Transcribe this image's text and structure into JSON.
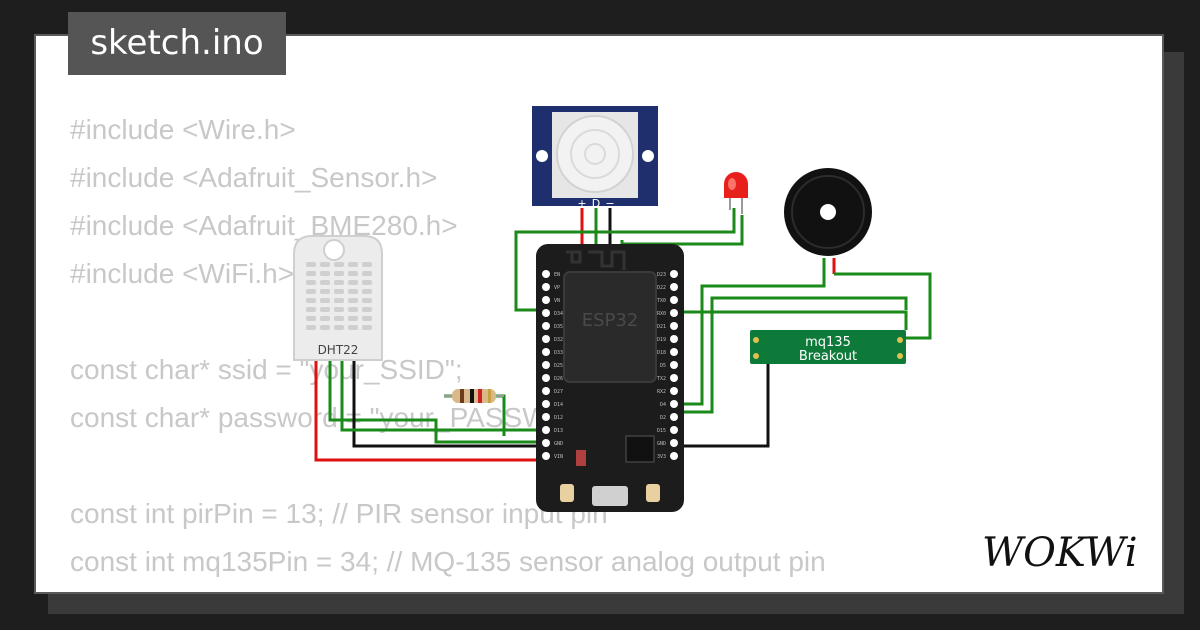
{
  "window": {
    "title": "sketch.ino"
  },
  "code_lines": [
    "#include <Wire.h>",
    "#include <Adafruit_Sensor.h>",
    "#include <Adafruit_BME280.h>",
    "#include <WiFi.h>",
    "",
    "const char* ssid = \"your_SSID\";",
    "const char* password = \"your_PASSWORD\";",
    "",
    "const int pirPin = 13; // PIR sensor input pin",
    "const int mq135Pin = 34; // MQ-135 sensor analog output pin"
  ],
  "components": {
    "dht": {
      "label": "DHT22"
    },
    "esp32": {
      "label": "ESP32"
    },
    "pir": {
      "pins": [
        "+",
        "D",
        "−"
      ]
    },
    "mq135": {
      "line1": "mq135",
      "line2": "Breakout"
    }
  },
  "esp_pins_left": [
    "EN",
    "VP",
    "VN",
    "D34",
    "D35",
    "D32",
    "D33",
    "D25",
    "D26",
    "D27",
    "D14",
    "D12",
    "D13",
    "GND",
    "VIN"
  ],
  "esp_pins_right": [
    "D23",
    "D22",
    "TX0",
    "RX0",
    "D21",
    "D19",
    "D18",
    "D5",
    "TX2",
    "RX2",
    "D4",
    "D2",
    "D15",
    "GND",
    "3V3"
  ],
  "brand": {
    "logo_text": "WOKWi"
  },
  "colors": {
    "wire_green": "#1a8a1a",
    "wire_red": "#e01010",
    "wire_black": "#111111",
    "board": "#1c1c1c",
    "pir_blue": "#1f2f6e",
    "breakout_green": "#0e7a3a",
    "led_red": "#e8201c"
  }
}
